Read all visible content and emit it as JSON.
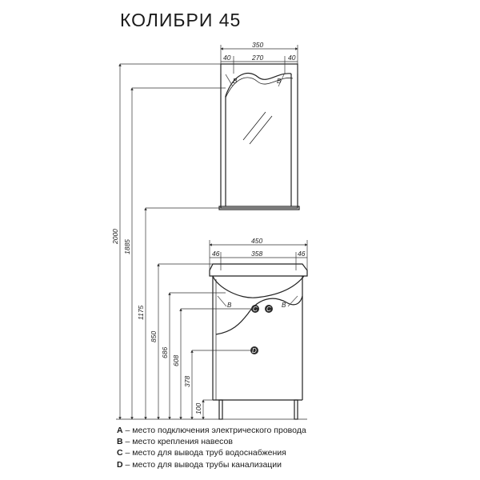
{
  "title": "КОЛИБРИ 45",
  "dimensions": {
    "mirror_width": "350",
    "mirror_side_left": "40",
    "mirror_inner": "270",
    "mirror_side_right": "40",
    "cabinet_width": "450",
    "cabinet_side_left": "46",
    "cabinet_inner": "358",
    "cabinet_side_right": "46",
    "height_total": "2000",
    "height_mirror_top": "1885",
    "height_mirror_bottom": "1175",
    "height_cabinet_top": "850",
    "height_b_point": "686",
    "height_c_point": "608",
    "height_d_point": "378",
    "height_legs": "100"
  },
  "markers": {
    "b_mirror_left": "B",
    "b_mirror_right": "B",
    "b_cabinet_left": "B",
    "b_cabinet_right": "B",
    "c_left": "C",
    "c_right": "C",
    "d": "D"
  },
  "legend": [
    {
      "key": "A",
      "text": " – место подключения электрического провода"
    },
    {
      "key": "B",
      "text": " – место крепления навесов"
    },
    {
      "key": "C",
      "text": " – место для вывода труб водоснабжения"
    },
    {
      "key": "D",
      "text": " – место для вывода трубы канализации"
    }
  ]
}
